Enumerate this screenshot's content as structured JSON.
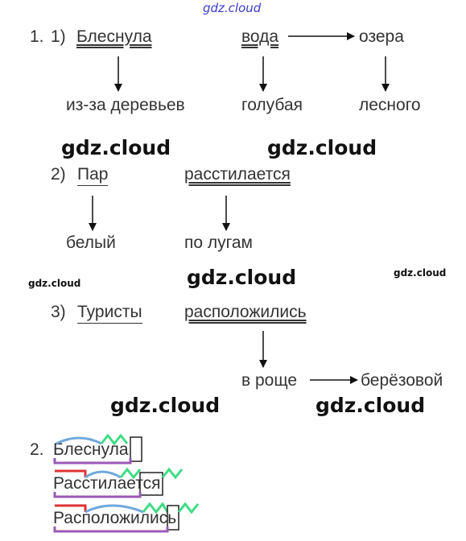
{
  "watermarks": {
    "top": "gdz.cloud",
    "big": "gdz.cloud",
    "small": "gdz.cloud"
  },
  "task1": {
    "number": "1.",
    "s1": {
      "number": "1)",
      "subject": "Блеснула",
      "predicate": "вода",
      "obj": "озера",
      "dep1": "из-за деревьев",
      "dep2": "голубая",
      "dep3": "лесного"
    },
    "s2": {
      "number": "2)",
      "subject": "Пар",
      "predicate": "расстилается",
      "dep1": "белый",
      "dep2": "по лугам"
    },
    "s3": {
      "number": "3)",
      "subject": "Туристы",
      "predicate": "расположились",
      "dep1": "в роще",
      "dep2": "берёзовой"
    }
  },
  "task2": {
    "number": "2.",
    "words": [
      {
        "full": "Блеснула",
        "stem": "Блеснул",
        "ending": "а",
        "postfix": ""
      },
      {
        "full": "Расстилается",
        "stem": "Расстила",
        "ending": "ет",
        "postfix": "ся"
      },
      {
        "full": "Расположились",
        "stem": "Расположил",
        "ending": "и",
        "postfix": "сь"
      }
    ]
  },
  "colors": {
    "root_arc": "#6fa8dc",
    "suffix": "#3ddc84",
    "prefix": "#dd3333",
    "stem": "#9b59b6"
  }
}
